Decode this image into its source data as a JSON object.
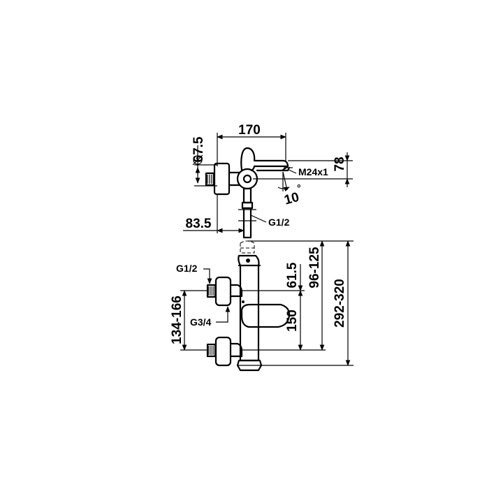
{
  "top_view": {
    "dim_width": "170",
    "dim_diameter": "67.5",
    "dim_height": "78",
    "thread_label": "M24x1",
    "angle_label": "10",
    "degree_symbol": "°",
    "dim_offset": "83.5",
    "inlet_label": "G1/2"
  },
  "front_view": {
    "inlet_top_label": "G1/2",
    "inlet_bottom_label": "G3/4",
    "dim_inlet_spacing": "134-166",
    "dim_61_5": "61.5",
    "dim_96_125": "96-125",
    "dim_150": "150",
    "dim_292_320": "292-320"
  }
}
